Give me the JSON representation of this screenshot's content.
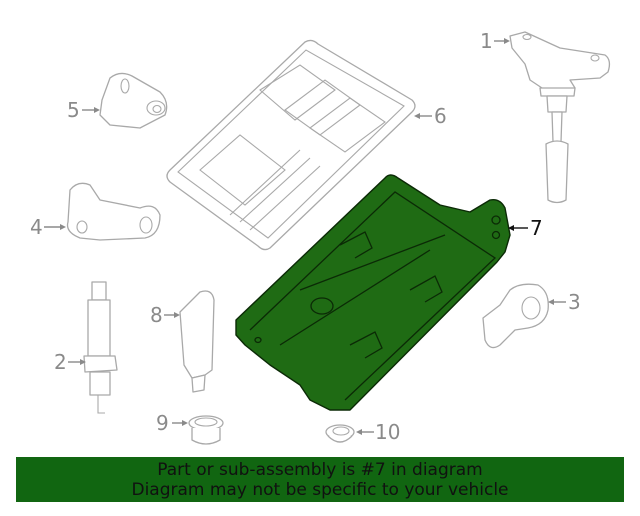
{
  "diagram": {
    "highlighted_part": "7",
    "highlight_color": "#1f6b14",
    "line_color": "#a9a9a9",
    "callouts": [
      {
        "number": "1",
        "part": "ignition coil"
      },
      {
        "number": "2",
        "part": "oxygen sensor"
      },
      {
        "number": "3",
        "part": "knock sensor"
      },
      {
        "number": "4",
        "part": "camshaft position sensor"
      },
      {
        "number": "5",
        "part": "crankshaft position sensor"
      },
      {
        "number": "6",
        "part": "engine control module"
      },
      {
        "number": "7",
        "part": "ECM bracket"
      },
      {
        "number": "8",
        "part": "sensor boot"
      },
      {
        "number": "9",
        "part": "grommet"
      },
      {
        "number": "10",
        "part": "grommet"
      }
    ]
  },
  "banner": {
    "line1": "Part or sub-assembly is #7 in diagram",
    "line2": "Diagram may not be specific to your vehicle",
    "background": "#116611"
  }
}
